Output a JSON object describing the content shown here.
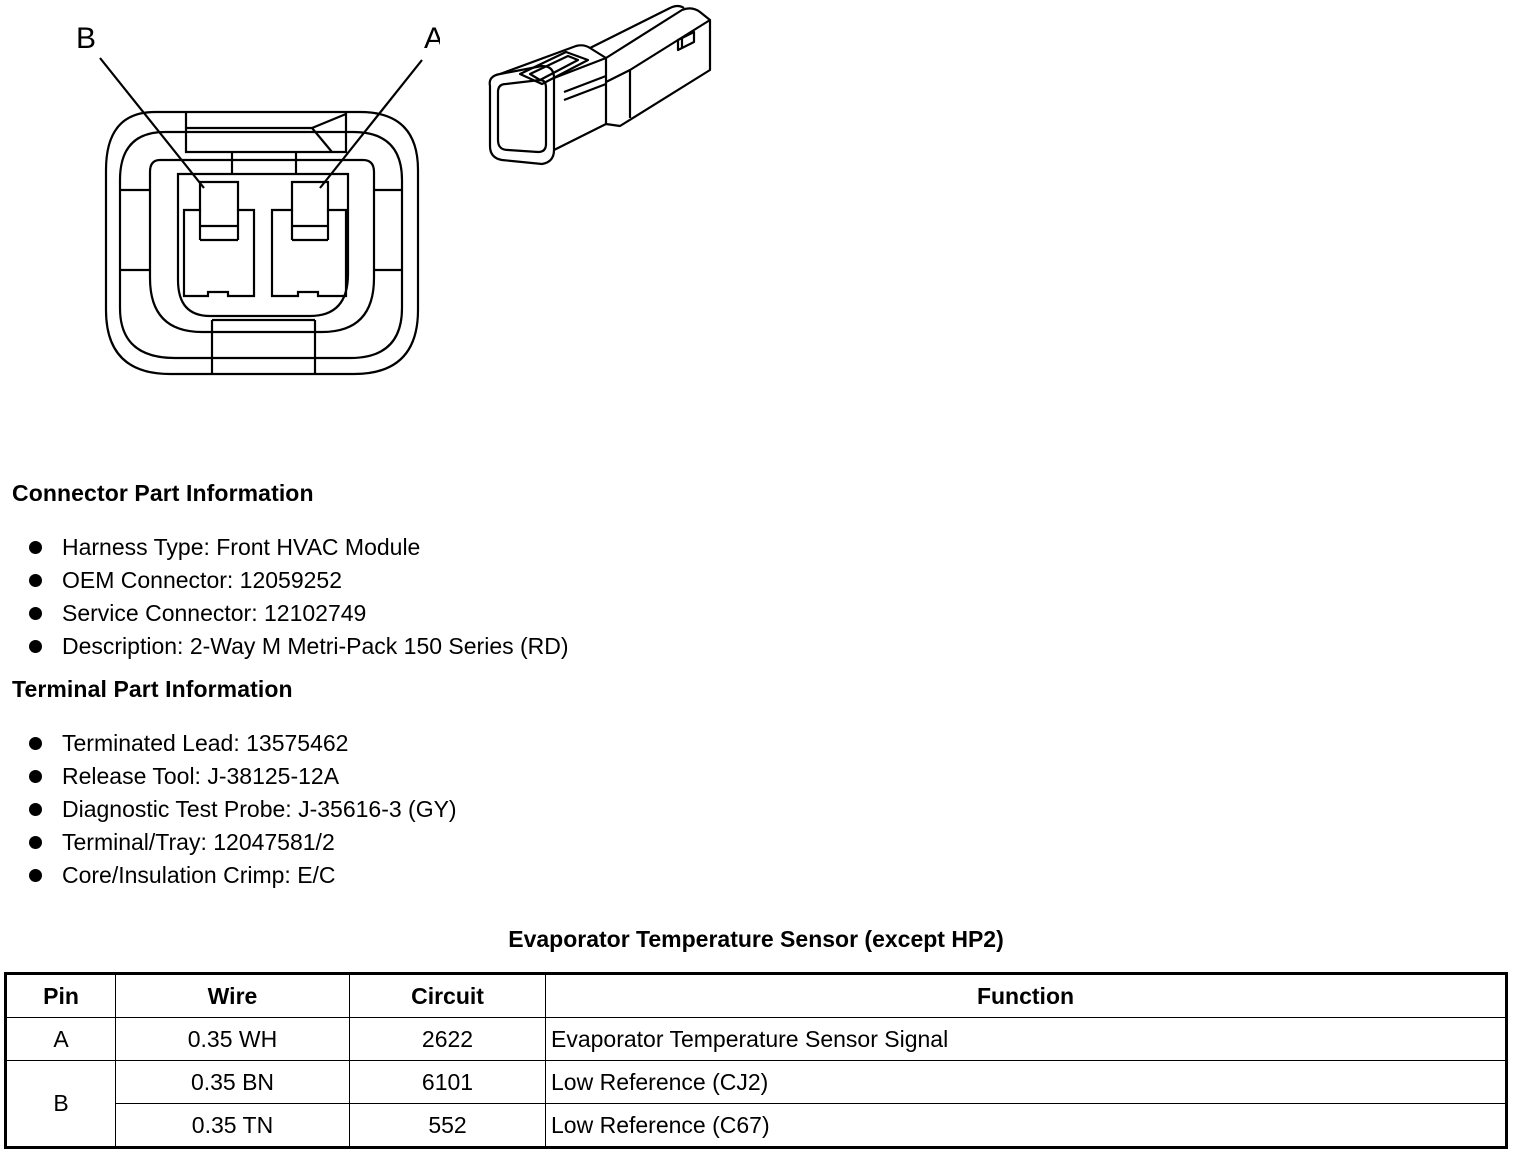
{
  "diagram": {
    "pin_labels": [
      "B",
      "A"
    ]
  },
  "connector_info": {
    "title": "Connector Part Information",
    "items": [
      "Harness Type: Front HVAC Module",
      "OEM Connector: 12059252",
      "Service Connector: 12102749",
      "Description: 2-Way M Metri-Pack 150 Series (RD)"
    ]
  },
  "terminal_info": {
    "title": "Terminal Part Information",
    "items": [
      "Terminated Lead: 13575462",
      "Release Tool: J-38125-12A",
      "Diagnostic Test Probe: J-35616-3 (GY)",
      "Terminal/Tray: 12047581/2",
      "Core/Insulation Crimp: E/C"
    ]
  },
  "table": {
    "caption": "Evaporator Temperature Sensor (except HP2)",
    "headers": [
      "Pin",
      "Wire",
      "Circuit",
      "Function"
    ],
    "rows": [
      {
        "pin": "A",
        "wire": "0.35 WH",
        "circuit": "2622",
        "function": "Evaporator Temperature Sensor Signal"
      },
      {
        "pin": "B",
        "wire": "0.35 BN",
        "circuit": "6101",
        "function": "Low Reference (CJ2)"
      },
      {
        "pin": "",
        "wire": "0.35 TN",
        "circuit": "552",
        "function": "Low Reference (C67)"
      }
    ]
  }
}
